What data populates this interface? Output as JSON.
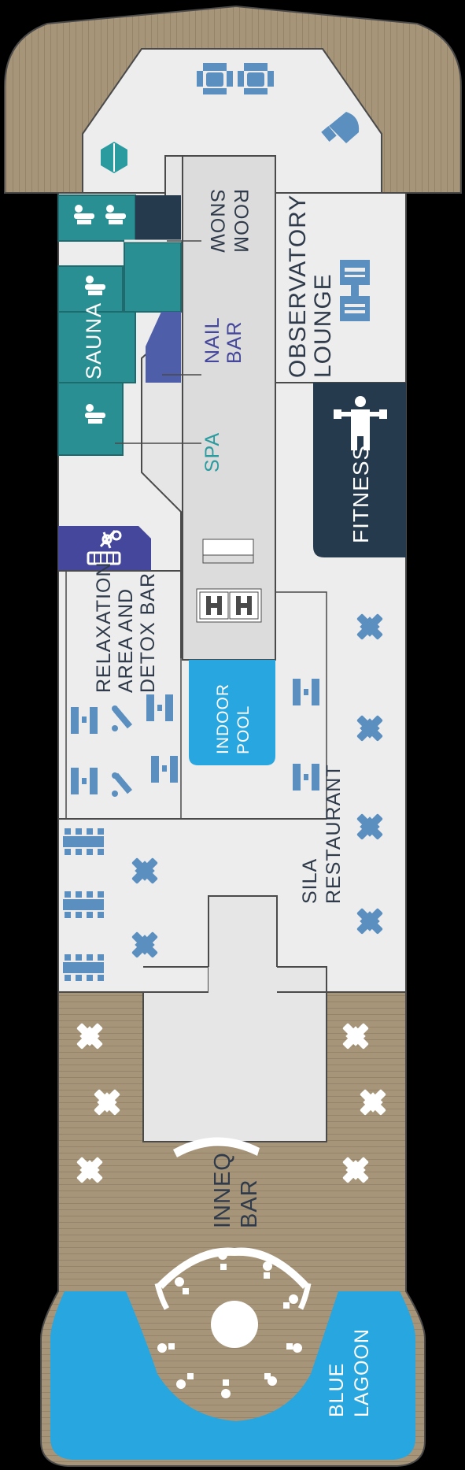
{
  "colors": {
    "background": "#000000",
    "deck_wood": "#a7957a",
    "deck_plank": "#958469",
    "interior": "#ededed",
    "corridor": "#dcdcdc",
    "outline": "#4a4a4a",
    "spa_teal": "#2a8f92",
    "spa_teal_dark": "#1e7173",
    "navy": "#263a4d",
    "indigo": "#44479c",
    "nail_purple": "#4f5ea8",
    "pool_blue": "#27a6df",
    "icon_blue": "#5a8fbf",
    "label_dark": "#2f3b4a",
    "label_teal": "#2a9ca0",
    "white": "#ffffff"
  },
  "labels": {
    "snow_room": [
      "SNOW",
      "ROOM"
    ],
    "observatory_lounge": [
      "OBSERVATORY",
      "LOUNGE"
    ],
    "nail_bar": [
      "NAIL",
      "BAR"
    ],
    "sauna": "SAUNA",
    "spa": "SPA",
    "fitness": "FITNESS",
    "relaxation": [
      "RELAXATION",
      "AREA AND",
      "DETOX BAR"
    ],
    "indoor_pool": [
      "INDOOR",
      "POOL"
    ],
    "sila_restaurant": [
      "SILA",
      "RESTAURANT"
    ],
    "inneq_bar": [
      "INNEQ",
      "BAR"
    ],
    "blue_lagoon": [
      "BLUE",
      "LAGOON"
    ]
  },
  "icons": [
    "lounge-chairs-icon",
    "piano-icon",
    "book-icon",
    "massage-table-icon",
    "hairdresser-icon",
    "fitness-person-icon",
    "sauna-bench-icon",
    "table-setting-icon",
    "lagoon-loungers-icon"
  ]
}
